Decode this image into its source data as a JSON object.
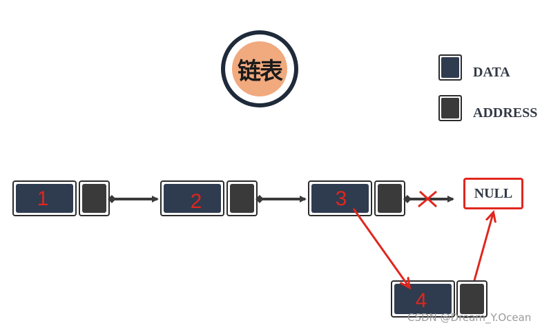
{
  "title": "链表",
  "legend": {
    "data_label": "DATA",
    "address_label": "ADDRESS"
  },
  "nodes": [
    {
      "label": "1"
    },
    {
      "label": "2"
    },
    {
      "label": "3"
    },
    {
      "label": "4"
    }
  ],
  "null_label": "NULL",
  "colors": {
    "data_fill": "#2f3b4f",
    "address_fill": "#3a3a3a",
    "annotation_red": "#e0261d",
    "badge_fill": "#f1a97e"
  },
  "watermark": "CSDN @Dream_Y.Ocean"
}
